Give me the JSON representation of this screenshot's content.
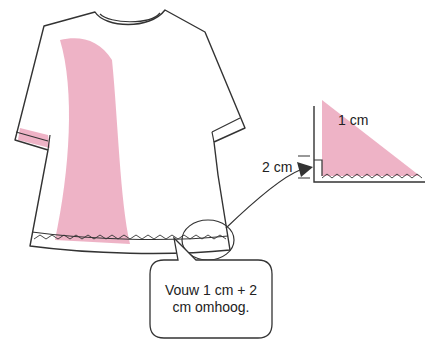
{
  "diagram": {
    "nodes": [
      {
        "text": [
          "Vouw 1 cm + 2 cm omhoog."
        ]
      }
    ],
    "labels": [
      "1 cm",
      "2 cm"
    ]
  }
}
